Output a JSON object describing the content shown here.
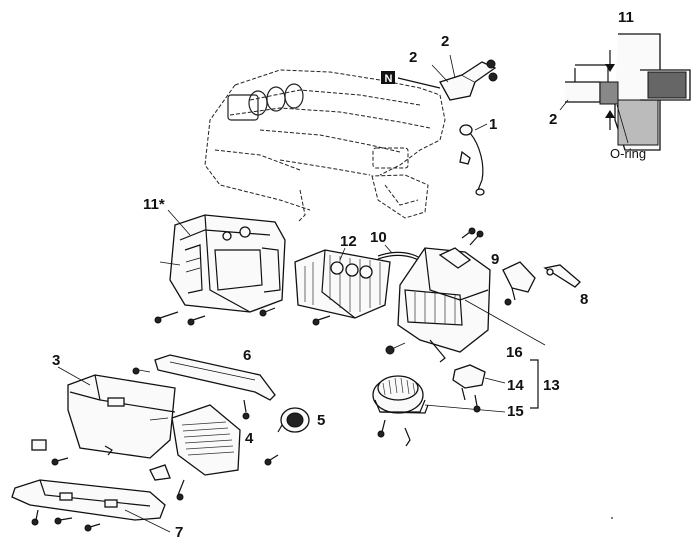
{
  "labels": {
    "p1": "1",
    "p2a": "2",
    "p2b": "2",
    "p3": "3",
    "p4": "4",
    "p5": "5",
    "p6": "6",
    "p7": "7",
    "p8": "8",
    "p9": "9",
    "p10": "10",
    "p11star": "11*",
    "p12": "12",
    "p13": "13",
    "p14": "14",
    "p15": "15",
    "p16": "16",
    "n_badge": "N"
  },
  "inset": {
    "p11": "11",
    "p2": "2",
    "oring": "O-ring"
  }
}
